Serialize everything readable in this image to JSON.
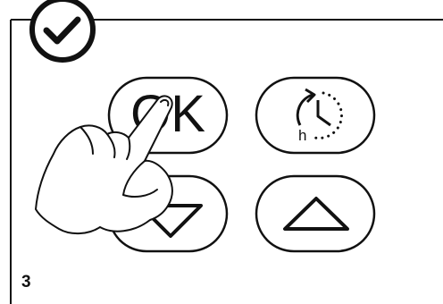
{
  "step": {
    "number": "3"
  },
  "buttons": {
    "ok_label": "OK",
    "timer_unit": "h"
  },
  "icons": {
    "confirm": "checkmark-circle-icon",
    "timer": "clock-hours-icon",
    "down": "triangle-down-icon",
    "up": "triangle-up-icon",
    "hand": "pointing-hand-icon"
  },
  "colors": {
    "line": "#111111",
    "background": "#ffffff"
  }
}
